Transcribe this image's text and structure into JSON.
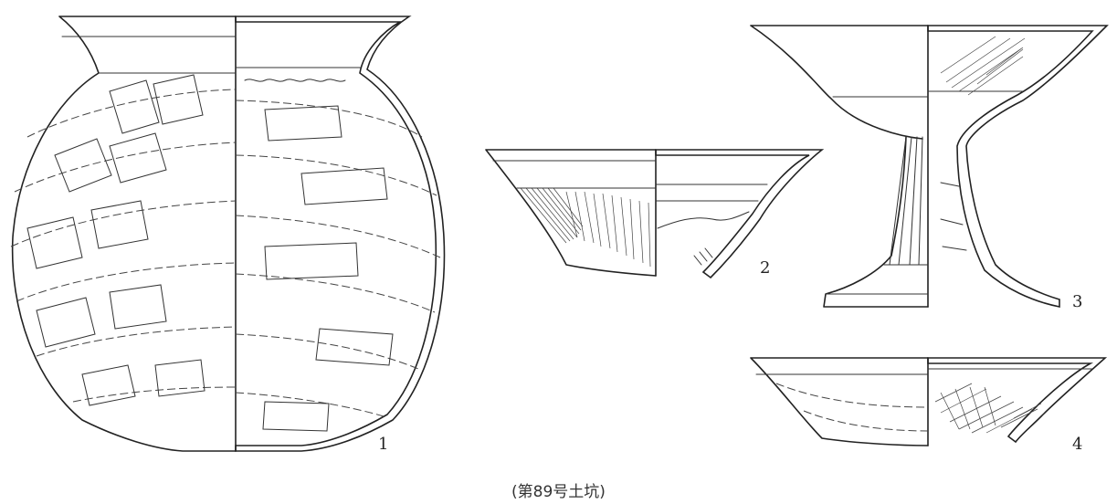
{
  "figure": {
    "items": [
      {
        "number": "1"
      },
      {
        "number": "2"
      },
      {
        "number": "3"
      },
      {
        "number": "4"
      }
    ],
    "caption": "(第89号土坑)"
  }
}
